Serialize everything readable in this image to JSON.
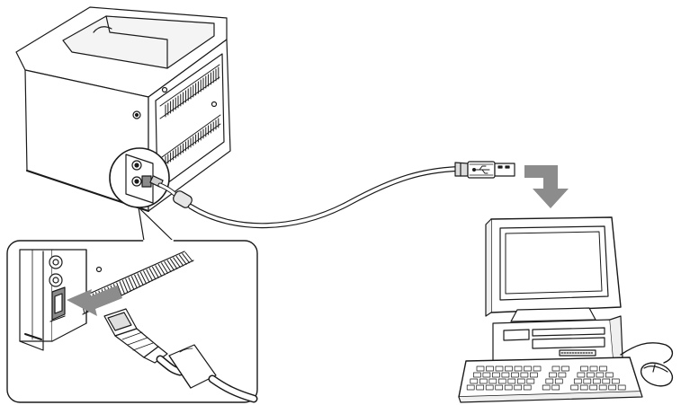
{
  "figure": {
    "type": "line-art illustration",
    "colors": {
      "ink": "#1a1a1a",
      "fill": "#ffffff",
      "shade": "#cfcfcf",
      "dark_shade": "#8a8a8a",
      "arrow": "#8c8c8c"
    },
    "parts": {
      "printer": "printer",
      "usb_cable": "usb-cable",
      "usb_a_connector": "usb-a-connector",
      "usb_b_connector": "usb-b-connector",
      "ferrite_core": "ferrite-core",
      "computer": "desktop-computer",
      "monitor": "monitor",
      "keyboard": "keyboard",
      "mouse": "mouse",
      "insert_arrows": "down-arrow-and-left-arrow"
    }
  }
}
